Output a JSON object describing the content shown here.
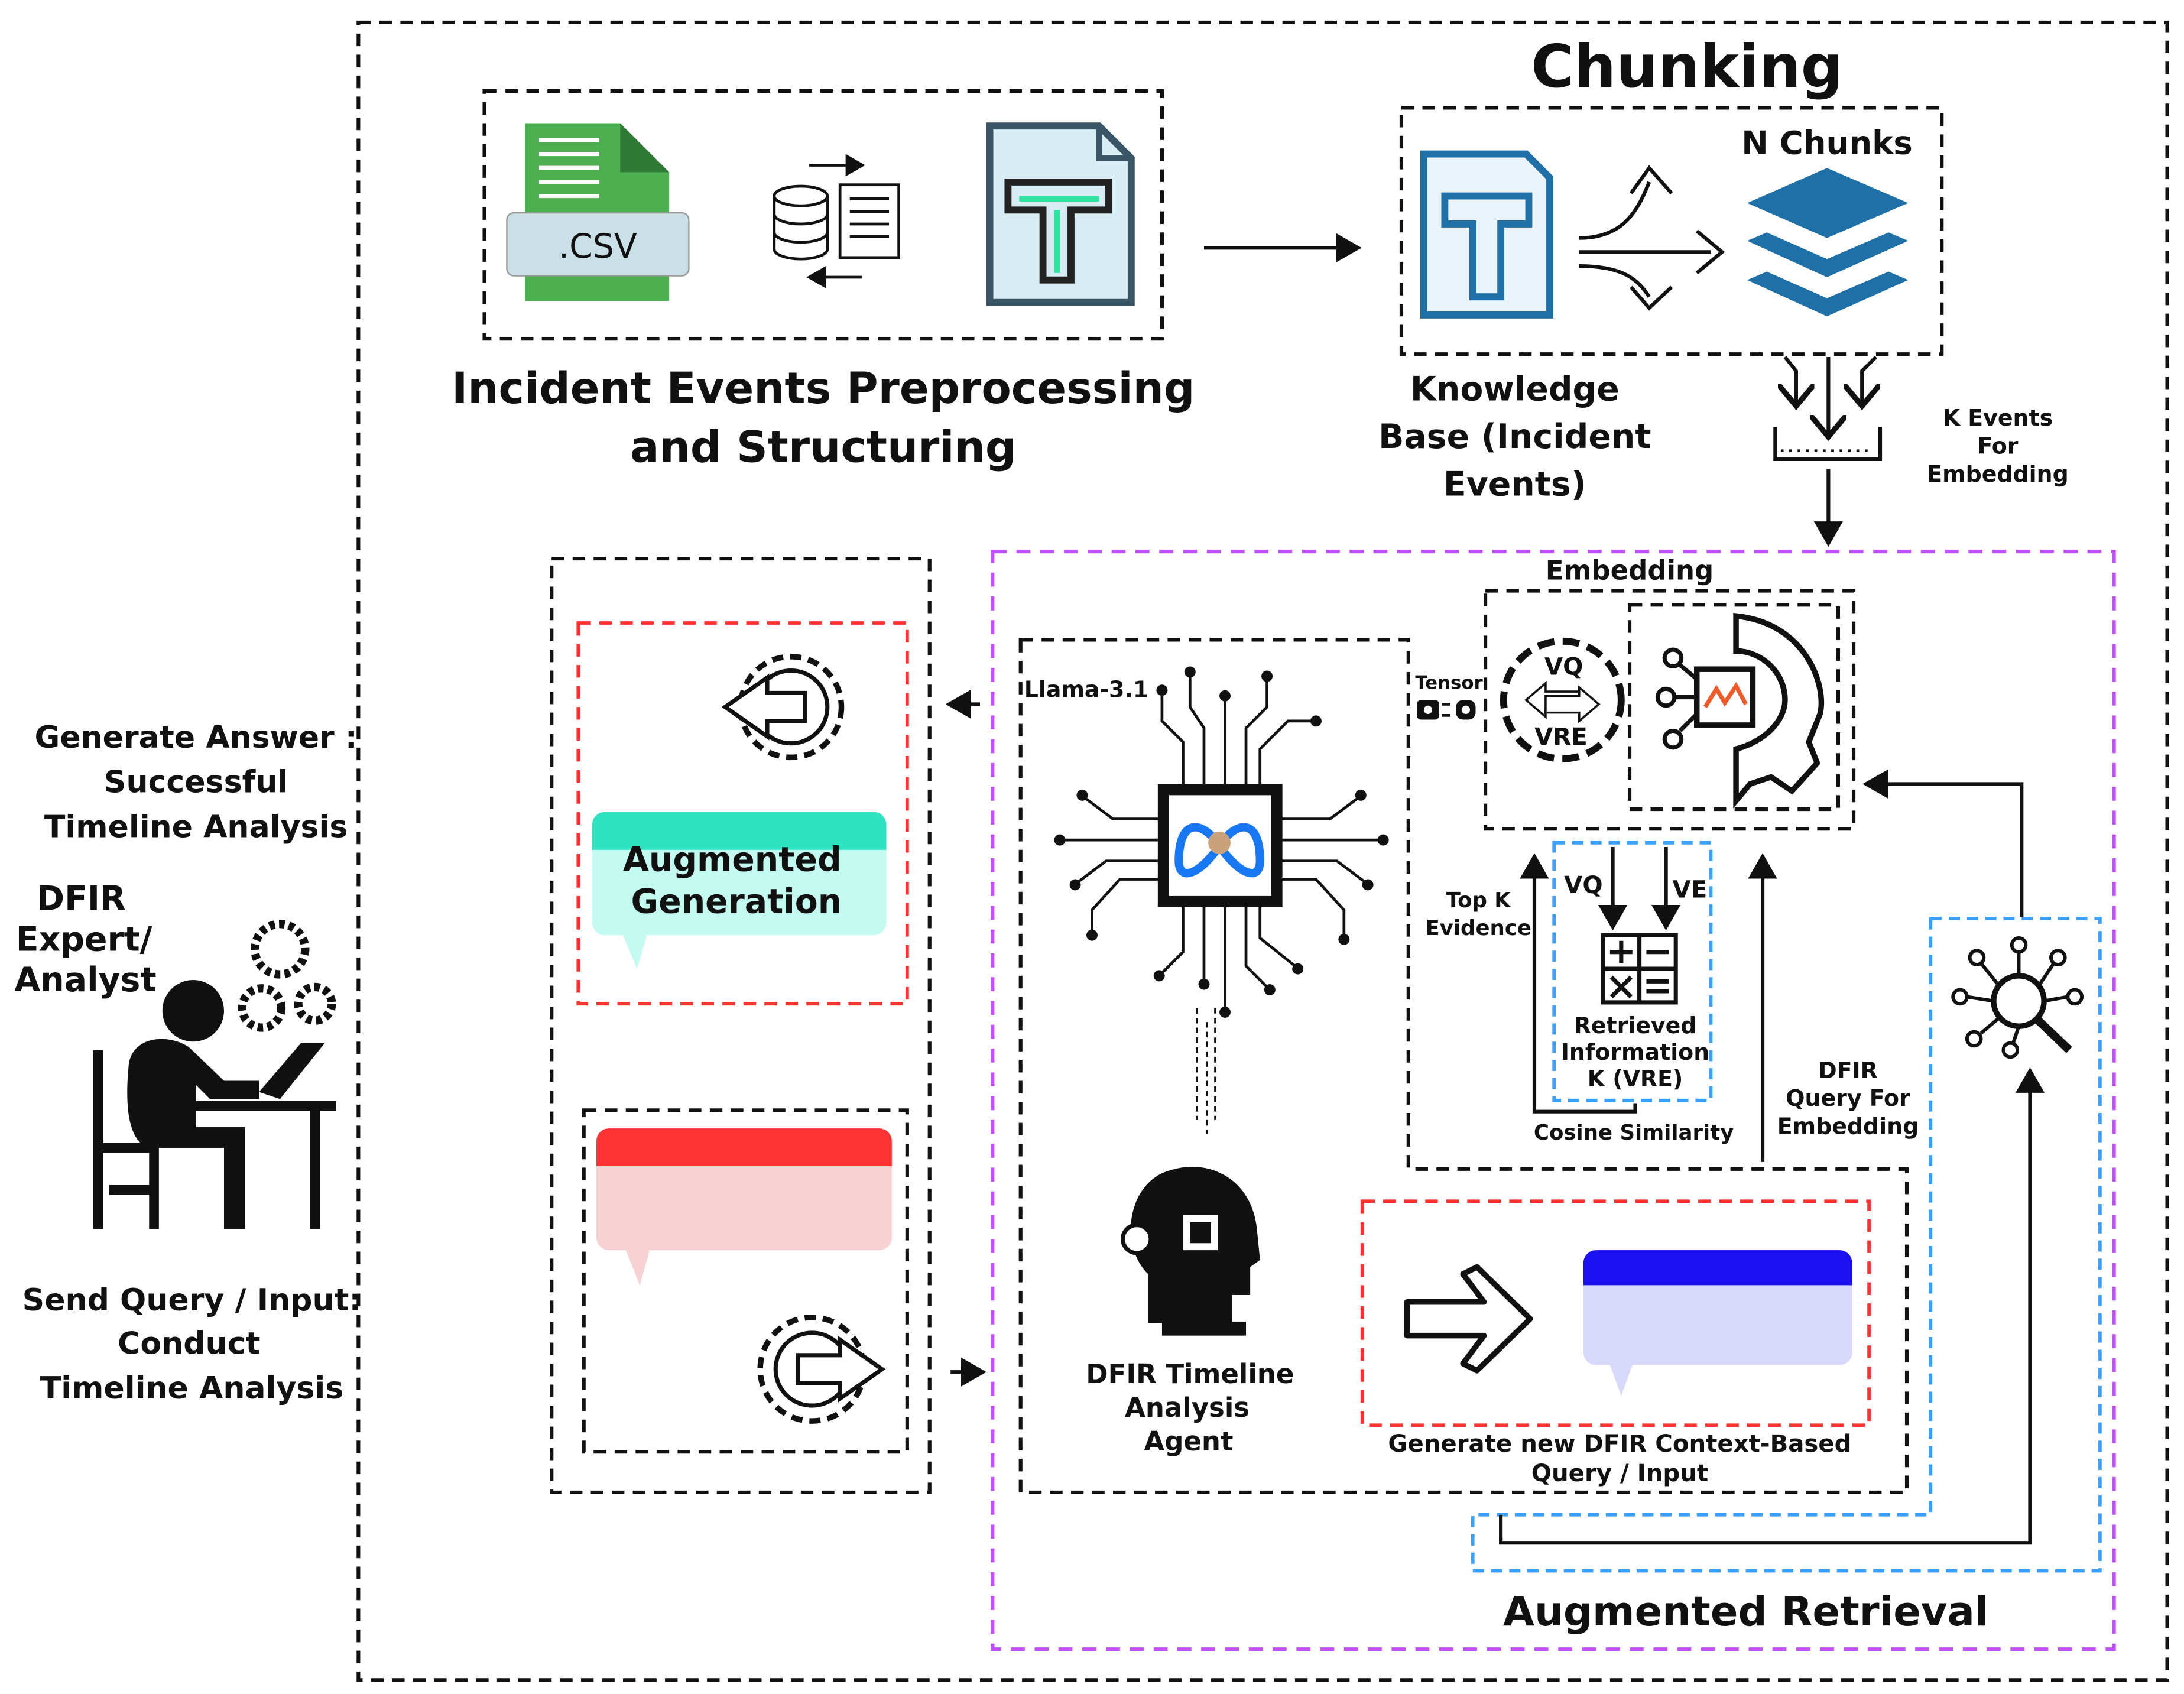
{
  "preprocessing": {
    "csv_label": ".CSV",
    "title_lines": [
      "Incident Events Preprocessing",
      "and Structuring"
    ]
  },
  "chunking": {
    "title": "Chunking",
    "n_chunks": "N Chunks",
    "knowledge_base_lines": [
      "Knowledge",
      "Base (Incident",
      "Events)"
    ],
    "k_events_lines": [
      "K Events",
      "For",
      "Embedding"
    ]
  },
  "embedding": {
    "title": "Embedding",
    "vq": "VQ",
    "vre": "VRE",
    "tensor": "Tensor",
    "vq_in": "VQ",
    "ve_in": "VE",
    "retrieved_lines": [
      "Retrieved",
      "Information",
      "K (VRE)"
    ],
    "cosine": "Cosine Similarity",
    "top_k_lines": [
      "Top K",
      "Evidence"
    ],
    "dfir_query_lines": [
      "DFIR",
      "Query For",
      "Embedding"
    ]
  },
  "agent": {
    "model": "Llama-3.1",
    "name_lines": [
      "DFIR Timeline",
      "Analysis",
      "Agent"
    ],
    "new_query_lines": [
      "Generate new DFIR Context-Based",
      "Query / Input"
    ]
  },
  "generation": {
    "label_lines": [
      "Augmented",
      "Generation"
    ]
  },
  "retrieval": {
    "title": "Augmented Retrieval"
  },
  "analyst": {
    "answer_lines": [
      "Generate Answer :",
      "Successful",
      "Timeline Analysis"
    ],
    "role_lines": [
      "DFIR",
      "Expert/",
      "Analyst"
    ],
    "query_lines": [
      "Send Query / Input:",
      "Conduct",
      "Timeline Analysis"
    ]
  },
  "colors": {
    "csv_green": "#4caf50",
    "doc_blue": "#2070a8",
    "purple_border": "#c050ff",
    "blue_border": "#3aa0ff",
    "red_border": "#ff3030",
    "teal_header": "#2de3c0",
    "teal_body": "#c4fbf1",
    "red_header": "#ff3333",
    "red_body": "#f8d2d2",
    "blue_header": "#1a10f0",
    "blue_body": "#d8d8fa"
  }
}
